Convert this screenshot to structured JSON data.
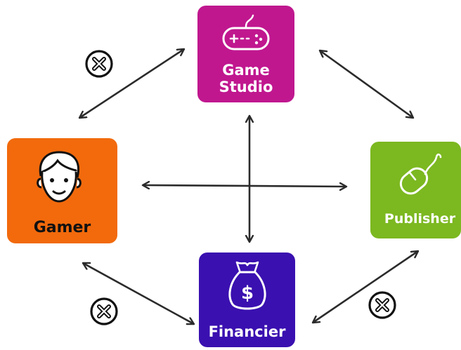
{
  "nodes": {
    "game_studio": {
      "label_line1": "Game",
      "label_line2": "Studio",
      "color": "#c0178f",
      "icon": "gamepad-icon"
    },
    "gamer": {
      "label": "Gamer",
      "color": "#f26a0c",
      "icon": "face-icon"
    },
    "publisher": {
      "label": "Publisher",
      "color": "#7cb820",
      "icon": "mouse-icon"
    },
    "financier": {
      "label": "Financier",
      "color": "#3a10b0",
      "icon": "money-bag-icon"
    }
  },
  "colors": {
    "edge": "#2b2b2b",
    "xmark": "#111111"
  }
}
